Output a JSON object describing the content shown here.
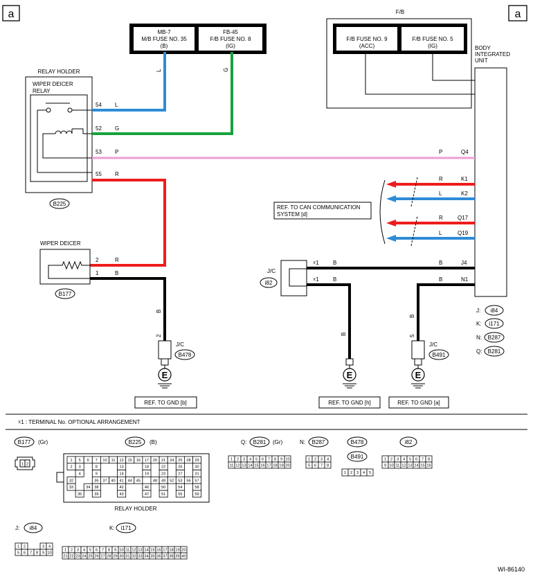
{
  "corner_label": "a",
  "fuses": {
    "mb7": {
      "title": "MB-7",
      "line": "M/B FUSE NO. 35",
      "sub": "(B)"
    },
    "fb45": {
      "title": "FB-45",
      "line": "F/B FUSE NO. 8",
      "sub": "(IG)"
    },
    "fb_title": "F/B",
    "fb9": {
      "line": "F/B FUSE NO. 9",
      "sub": "(ACC)"
    },
    "fb5": {
      "line": "F/B FUSE NO. 5",
      "sub": "(IG)"
    }
  },
  "body_integrated_unit": [
    "BODY",
    "INTEGRATED",
    "UNIT"
  ],
  "relay_holder": {
    "title": "RELAY HOLDER",
    "relay": [
      "WIPER DEICER",
      "RELAY"
    ],
    "connector": "B225"
  },
  "relay_pins": [
    {
      "pin": "54",
      "color": "L"
    },
    {
      "pin": "52",
      "color": "G"
    },
    {
      "pin": "53",
      "color": "P"
    },
    {
      "pin": "55",
      "color": "R"
    }
  ],
  "wire_colors": {
    "L": "#2e8bd6",
    "G": "#16a13c",
    "P": "#ee9fd4",
    "R": "#ee1c1c",
    "B": "#000000"
  },
  "wire_labels": {
    "from_mb7": "L",
    "from_fb45": "G",
    "p_end": "P"
  },
  "unit_terminals": {
    "q4": "Q4",
    "k1": "K1",
    "k2": "K2",
    "q17": "Q17",
    "q19": "Q19",
    "j4": "J4",
    "n1": "N1"
  },
  "can_colors": {
    "r1": "R",
    "l1": "L",
    "r2": "R",
    "l2": "L"
  },
  "can_ref": [
    "REF. TO CAN COMMUNICATION",
    "SYSTEM [d]"
  ],
  "wiper_deicer": {
    "title": "WIPER DEICER",
    "connector": "B177",
    "pins": [
      {
        "pin": "2",
        "color": "R"
      },
      {
        "pin": "1",
        "color": "B"
      }
    ]
  },
  "jc_i82": {
    "title": "J/C",
    "connector": "i82",
    "mark": "☓1",
    "wire": "B"
  },
  "ground_wires": {
    "g1": {
      "pin": "2",
      "color": "B",
      "jc": "J/C",
      "connector": "B478"
    },
    "g2": {
      "color": "B"
    },
    "g3": {
      "pin": "5",
      "color": "B",
      "jc": "J/C",
      "connector": "B491"
    },
    "n1_color": "B",
    "j4_color": "B"
  },
  "ground_symbol": "E",
  "gnd_refs": [
    "REF. TO GND [b]",
    "REF. TO GND [h]",
    "REF. TO GND [a]"
  ],
  "connector_legend": [
    {
      "prefix": "J:",
      "code": "i84"
    },
    {
      "prefix": "K:",
      "code": "i171"
    },
    {
      "prefix": "N:",
      "code": "B287"
    },
    {
      "prefix": "Q:",
      "code": "B281"
    }
  ],
  "footnote": "☓1  : TERMINAL No. OPTIONAL ARRANGEMENT",
  "connector_views": {
    "b177": {
      "code": "B177",
      "suffix": "(Gr)",
      "pins": [
        "1",
        "2"
      ]
    },
    "b225": {
      "code": "B225",
      "suffix": "(B)",
      "caption": "RELAY HOLDER",
      "rows": [
        [
          "1",
          "5",
          "6",
          "7",
          "10",
          "11",
          "12",
          "15",
          "16",
          "17",
          "20",
          "21",
          "24",
          "25",
          "28",
          "29"
        ],
        [
          "2",
          "3",
          "8",
          "13",
          "18",
          "22",
          "26",
          "30"
        ],
        [
          "4",
          "9",
          "14",
          "19",
          "23",
          "27",
          "31"
        ],
        [
          "32",
          "36",
          "37",
          "40",
          "41",
          "44",
          "45",
          "48",
          "49",
          "52",
          "53",
          "56",
          "57"
        ],
        [
          "33",
          "34",
          "38",
          "42",
          "46",
          "50",
          "54",
          "58"
        ],
        [
          "35",
          "39",
          "43",
          "47",
          "51",
          "55",
          "59"
        ]
      ]
    },
    "b281": {
      "prefix": "Q:",
      "code": "B281",
      "suffix": "(Gr)",
      "top": [
        "1",
        "2",
        "3",
        "4",
        "5",
        "6",
        "7",
        "8",
        "9",
        "10"
      ],
      "bottom": [
        "11",
        "12",
        "13",
        "14",
        "15",
        "16",
        "17",
        "18",
        "19",
        "20"
      ]
    },
    "b287": {
      "prefix": "N:",
      "code": "B287",
      "top": [
        "1",
        "2",
        "3",
        "4"
      ],
      "bottom": [
        "5",
        "6",
        "7",
        "8"
      ]
    },
    "b478": {
      "code": "B478"
    },
    "b491": {
      "code": "B491",
      "pins": [
        "1",
        "2",
        "3",
        "4",
        "5"
      ]
    },
    "i82": {
      "code": "i82",
      "top": [
        "1",
        "2",
        "3",
        "4",
        "5",
        "6",
        "7",
        "8"
      ],
      "bottom": [
        "9",
        "10",
        "11",
        "12",
        "13",
        "14",
        "15",
        "16"
      ]
    },
    "i84": {
      "prefix": "J:",
      "code": "i84",
      "top": [
        "1",
        "2",
        "3",
        "4"
      ],
      "bottom": [
        "5",
        "6",
        "7",
        "8",
        "9",
        "10"
      ]
    },
    "i171": {
      "prefix": "K:",
      "code": "i171",
      "top": [
        "1",
        "2",
        "3",
        "4",
        "5",
        "6",
        "7",
        "8",
        "9",
        "10",
        "11",
        "12",
        "13",
        "14",
        "15",
        "16",
        "17",
        "18",
        "19",
        "20"
      ],
      "bottom": [
        "21",
        "22",
        "23",
        "24",
        "25",
        "26",
        "27",
        "28",
        "29",
        "30",
        "31",
        "32",
        "33",
        "34",
        "35",
        "36",
        "37",
        "38",
        "39",
        "40"
      ]
    }
  },
  "diagram_id": "WI-86140"
}
